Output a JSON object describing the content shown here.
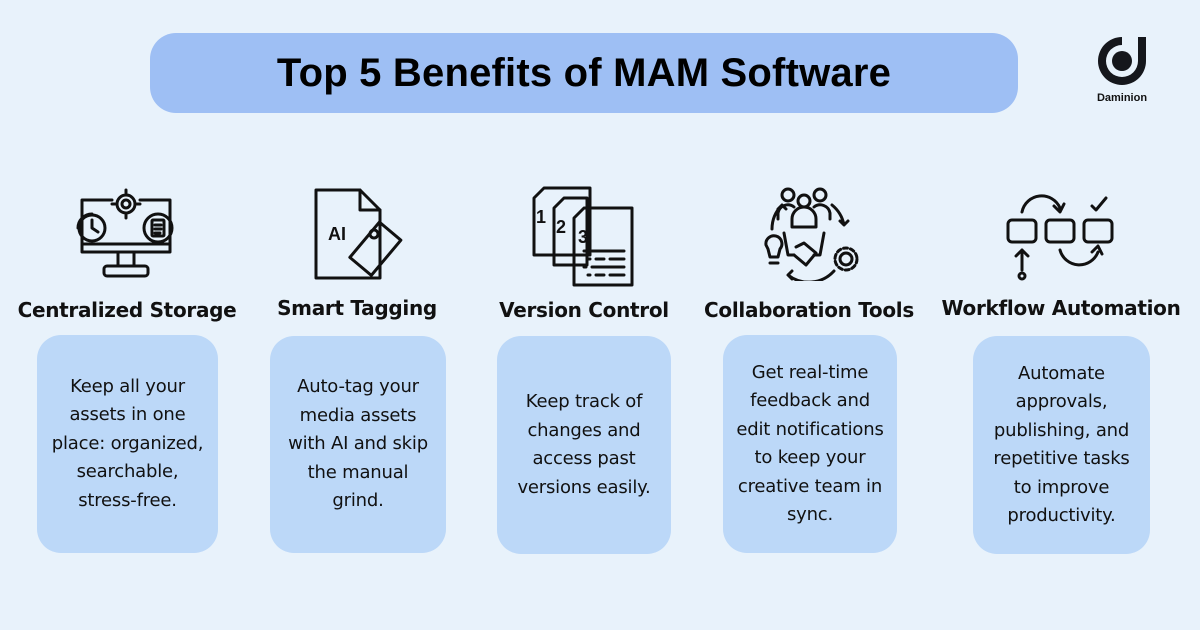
{
  "header": {
    "title": "Top 5 Benefits of MAM Software",
    "title_bg": "#9ebff4"
  },
  "logo": {
    "brand": "Daminion",
    "icon": "daminion-logo-icon"
  },
  "colors": {
    "background": "#e8f2fb",
    "card": "#bcd8f8",
    "text": "#111111"
  },
  "benefits": [
    {
      "icon": "monitor-storage-icon",
      "heading": "Centralized Storage",
      "description": "Keep all your assets in one place: organized, searchable, stress-free."
    },
    {
      "icon": "ai-tag-document-icon",
      "icon_label": "AI",
      "heading": "Smart Tagging",
      "description": "Auto-tag your media assets with AI and skip the manual grind."
    },
    {
      "icon": "versioned-documents-icon",
      "icon_labels": [
        "1",
        "2",
        "3"
      ],
      "heading": "Version Control",
      "description": "Keep track of changes and access past versions easily."
    },
    {
      "icon": "team-collaboration-icon",
      "heading": "Collaboration Tools",
      "description": "Get real-time feedback and edit notifications to keep your creative team in sync."
    },
    {
      "icon": "workflow-steps-icon",
      "heading": "Workflow Automation",
      "description": "Automate approvals, publishing, and repetitive tasks to improve productivity."
    }
  ]
}
